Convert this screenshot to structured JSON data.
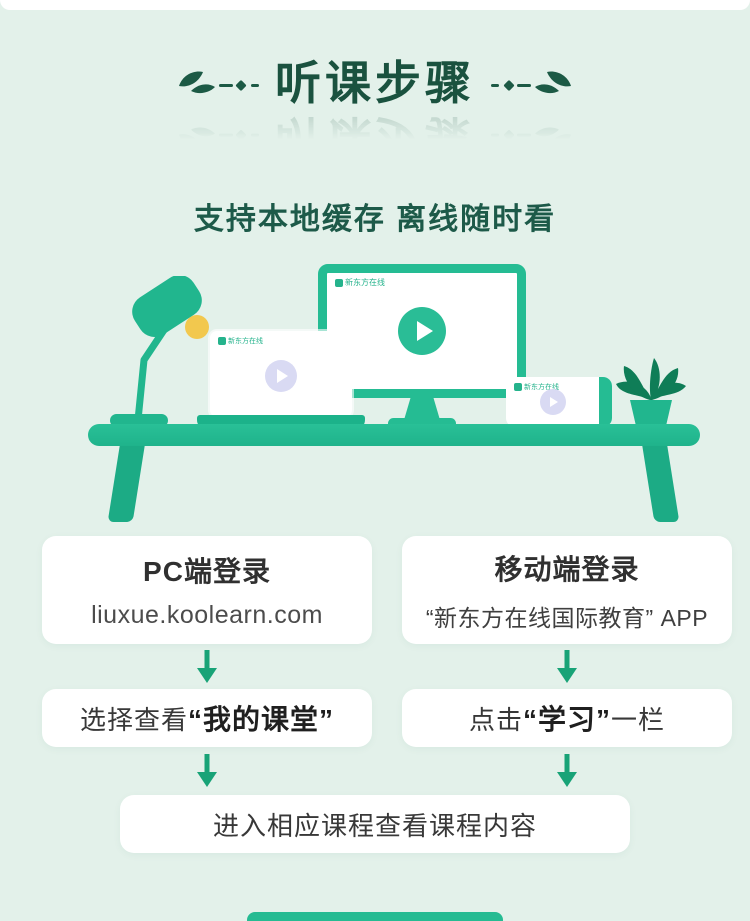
{
  "header": {
    "title": "听课步骤",
    "subtitle": "支持本地缓存 离线随时看"
  },
  "illustration": {
    "brand": "新东方在线"
  },
  "steps": {
    "pc": {
      "login_title": "PC端登录",
      "login_url": "liuxue.koolearn.com",
      "step2_prefix": "选择查看",
      "step2_bold": "“我的课堂”",
      "step2_suffix": ""
    },
    "mobile": {
      "login_title": "移动端登录",
      "login_app": "“新东方在线国际教育” APP",
      "step2_prefix": "点击",
      "step2_bold": "“学习”",
      "step2_suffix": "一栏"
    },
    "final": "进入相应课程查看课程内容"
  },
  "colors": {
    "background": "#e3f1ea",
    "accent_teal": "#25bc93",
    "dark_green": "#1a523f",
    "arrow_green": "#18a377",
    "play_lavender": "#d9daf3",
    "bulb_yellow": "#f2c84e"
  }
}
